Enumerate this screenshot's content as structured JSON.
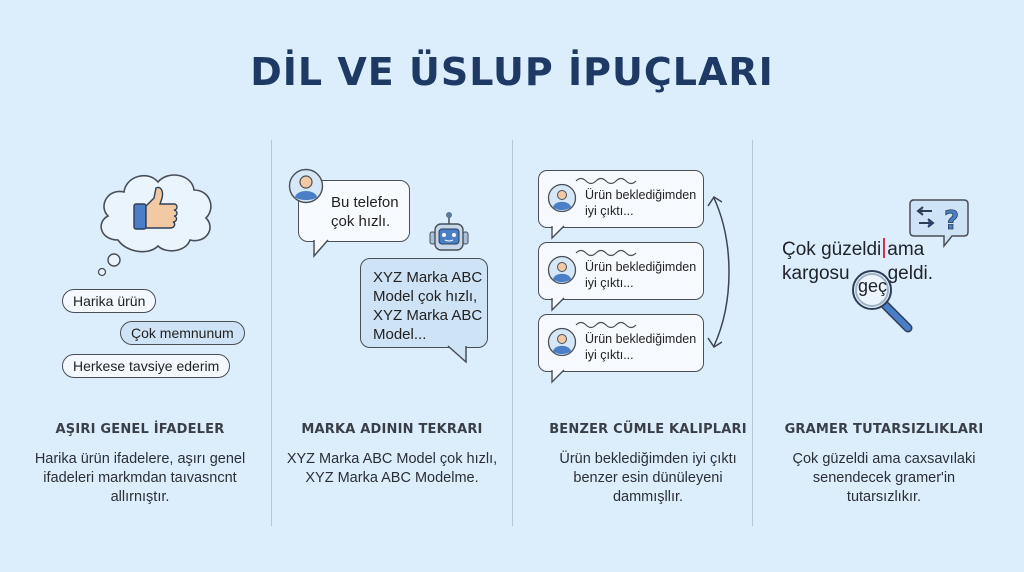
{
  "title": "DİL VE ÜSLUP İPUÇLARI",
  "colors": {
    "background": "#dcedfc",
    "title": "#1e3a64",
    "accent_blue": "#4a7fc8",
    "skin": "#f2c9a2",
    "divider": "#b8c6d4",
    "cursor_red": "#d0334a"
  },
  "columns": [
    {
      "heading": "AŞIRI GENEL İFADELER",
      "body": "Harika ürün ifadelere, aşırı genel ifadeleri markmdan taıvasncnt allırnıştır.",
      "illustration": {
        "icons": [
          "thought-cloud-icon",
          "thumbs-up-icon"
        ],
        "pills": [
          "Harika ürün",
          "Çok memnunum",
          "Herkese tavsiye ederim"
        ]
      }
    },
    {
      "heading": "MARKA ADININ TEKRARI",
      "body": "XYZ Marka ABC Model çok hızlı, XYZ Marka ABC Modelme.",
      "illustration": {
        "icons": [
          "user-avatar-icon",
          "robot-icon"
        ],
        "user_message": [
          "Bu telefon",
          "çok hızlı."
        ],
        "bot_message": [
          "XYZ Marka ABC",
          "Model çok hızlı,",
          "XYZ Marka ABC",
          "Model..."
        ]
      }
    },
    {
      "heading": "BENZER CÜMLE KALIPLARI",
      "body": "Ürün beklediğimden iyi çıktı benzer esin dünüleyeni dammışllır.",
      "illustration": {
        "icons": [
          "user-avatar-icon",
          "wavy-line-icon",
          "double-arrow-icon"
        ],
        "messages": [
          [
            "Ürün beklediğimden",
            "iyi çıktı..."
          ],
          [
            "Ürün beklediğimden",
            "iyi çıktı..."
          ],
          [
            "Ürün beklediğimden",
            "iyi çıktı..."
          ]
        ]
      }
    },
    {
      "heading": "GRAMER TUTARSIZLIKLARI",
      "body": "Çok güzeldi ama caxsavılaki senendecek gramer'in tutarsızlıkır.",
      "illustration": {
        "icons": [
          "swap-question-bubble-icon",
          "magnifier-icon",
          "text-cursor-icon"
        ],
        "line1_before": "Çok güzeldi",
        "line1_after": "ama",
        "line2_before": "kargosu",
        "line2_after": "geldi.",
        "magnified_word": "geç"
      }
    }
  ]
}
